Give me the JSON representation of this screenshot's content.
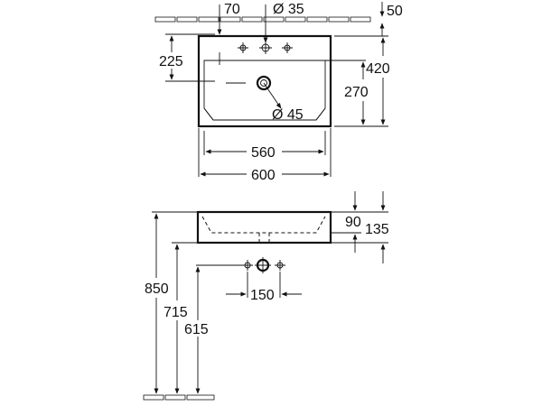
{
  "drawing": {
    "line_color": "#111111",
    "background": "#ffffff",
    "top_view": {
      "dim_tap_offset": "70",
      "dim_tap_hole": "Ø 35",
      "dim_wall_gap": "50",
      "dim_tap_depth": "225",
      "dim_basin_inner_depth": "270",
      "dim_overall_depth": "420",
      "dim_drain": "Ø 45",
      "dim_inner_width": "560",
      "dim_overall_width": "600"
    },
    "side_view": {
      "dim_basin_depth": "90",
      "dim_overall_height": "135",
      "dim_rim_height": "850",
      "dim_mid_height": "715",
      "dim_pipe_height": "615",
      "dim_tap_spacing": "150"
    }
  }
}
